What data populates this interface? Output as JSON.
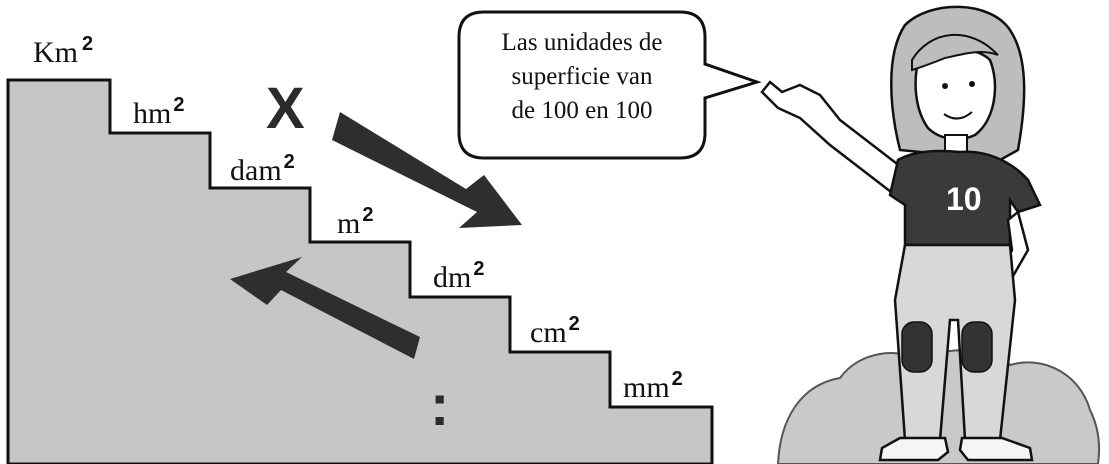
{
  "units": [
    {
      "base": "Km",
      "exp": "2"
    },
    {
      "base": "hm",
      "exp": "2"
    },
    {
      "base": "dam",
      "exp": "2"
    },
    {
      "base": "m",
      "exp": "2"
    },
    {
      "base": "dm",
      "exp": "2"
    },
    {
      "base": "cm",
      "exp": "2"
    },
    {
      "base": "mm",
      "exp": "2"
    }
  ],
  "operators": {
    "down": "X",
    "up": ":"
  },
  "speech_bubble": {
    "lines": [
      "Las unidades de",
      "superficie van",
      "de 100 en 100"
    ]
  },
  "girl": {
    "shirt_number": "10"
  },
  "colors": {
    "stairs": "#c6c6c6",
    "arrow": "#2e2e2e",
    "outline": "#111111"
  }
}
